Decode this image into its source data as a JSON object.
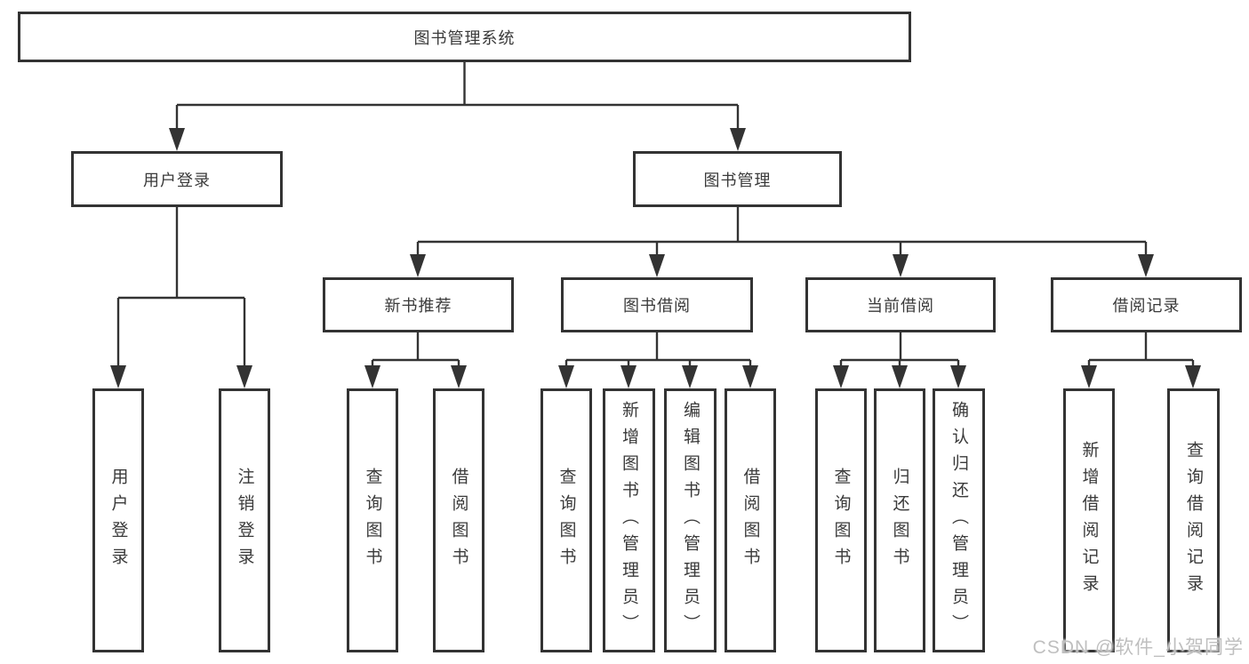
{
  "diagram": {
    "type": "tree",
    "tree": {
      "label": "图书管理系统",
      "children": [
        {
          "label": "用户登录",
          "children": [
            {
              "label": "用户登录"
            },
            {
              "label": "注销登录"
            }
          ]
        },
        {
          "label": "图书管理",
          "children": [
            {
              "label": "新书推荐",
              "children": [
                {
                  "label": "查询图书"
                },
                {
                  "label": "借阅图书"
                }
              ]
            },
            {
              "label": "图书借阅",
              "children": [
                {
                  "label": "查询图书"
                },
                {
                  "label": "新增图书（管理员）"
                },
                {
                  "label": "编辑图书（管理员）"
                },
                {
                  "label": "借阅图书"
                }
              ]
            },
            {
              "label": "当前借阅",
              "children": [
                {
                  "label": "查询图书"
                },
                {
                  "label": "归还图书"
                },
                {
                  "label": "确认归还（管理员）"
                }
              ]
            },
            {
              "label": "借阅记录",
              "children": [
                {
                  "label": "新增借阅记录"
                },
                {
                  "label": "查询借阅记录"
                }
              ]
            }
          ]
        }
      ]
    },
    "colors": {
      "line": "#333333",
      "box_border": "#333333",
      "text": "#3a3a3a",
      "background": "#ffffff",
      "watermark": "#bfbfbf"
    }
  },
  "watermark": {
    "text": "CSDN @软件_小贺同学"
  }
}
